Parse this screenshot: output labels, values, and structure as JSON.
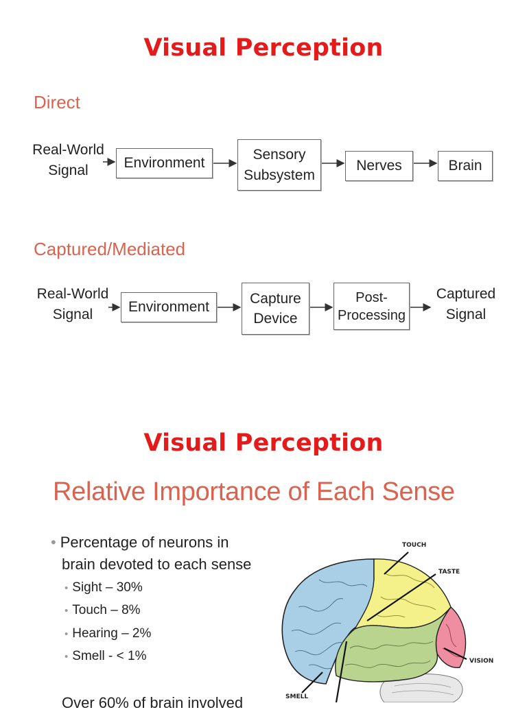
{
  "slide1": {
    "title": "Visual Perception",
    "direct": {
      "label": "Direct",
      "start": [
        "Real-World",
        "Signal"
      ],
      "environment": "Environment",
      "sensory": [
        "Sensory",
        "Subsystem"
      ],
      "nerves": "Nerves",
      "brain": "Brain"
    },
    "captured": {
      "label": "Captured/Mediated",
      "start": [
        "Real-World",
        "Signal"
      ],
      "environment": "Environment",
      "capture": [
        "Capture",
        "Device"
      ],
      "post": [
        "Post-",
        "Processing"
      ],
      "end": [
        "Captured",
        "Signal"
      ]
    }
  },
  "slide2": {
    "title": "Visual Perception",
    "heading": "Relative Importance of Each Sense",
    "bullet": [
      "Percentage of neurons in",
      "brain devoted to each sense"
    ],
    "senses": [
      "Sight – 30%",
      "Touch – 8%",
      "Hearing – 2%",
      "Smell - < 1%"
    ],
    "cut_text": "Over 60% of brain involved",
    "brain_labels": {
      "touch": "TOUCH",
      "taste": "TASTE",
      "vision": "VISION",
      "smell": "SMELL"
    },
    "colors": {
      "frontal": "#a9cfe6",
      "parietal": "#f4f08a",
      "temporal": "#b8d48f",
      "occipital": "#ee8ea0",
      "cerebellum": "#e8e8e8"
    }
  }
}
